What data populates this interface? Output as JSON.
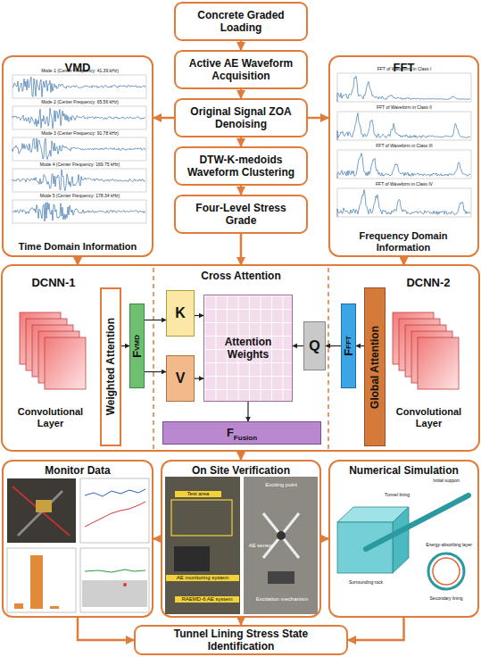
{
  "diagram": {
    "nodes": [
      {
        "text": [
          "Concrete Graded Loading"
        ]
      },
      {
        "text": [
          "Active AE Waveform Acquisition"
        ]
      },
      {
        "text": [
          "Original Signal ZOA Denoising"
        ]
      },
      {
        "text": [
          "DTW-K-medoids Waveform Clustering"
        ]
      },
      {
        "text": [
          "Four-Level Stress Grade"
        ]
      },
      {
        "text": [
          "VMD",
          "Time Domain Information"
        ]
      },
      {
        "text": [
          "FFT",
          "Frequency Domain Information"
        ]
      },
      {
        "text": [
          "DCNN-1",
          "Convolutional Layer"
        ]
      },
      {
        "text": [
          "Weighted Attention"
        ],
        "in": 7
      },
      {
        "text": [
          "F",
          "VMD"
        ],
        "in": 7
      },
      {
        "text": [
          "Cross Attention"
        ]
      },
      {
        "text": [
          "K"
        ],
        "in": 10
      },
      {
        "text": [
          "V"
        ],
        "in": 10
      },
      {
        "text": [
          "Attention Weights"
        ],
        "in": 10
      },
      {
        "text": [
          "Q"
        ],
        "in": 10
      },
      {
        "text": [
          "F",
          "Fusion"
        ],
        "in": 10
      },
      {
        "text": [
          "DCNN-2",
          "Convolutional Layer"
        ]
      },
      {
        "text": [
          "F",
          "FFT"
        ],
        "in": 16
      },
      {
        "text": [
          "Global Attention"
        ],
        "in": 16
      },
      {
        "text": [
          "Monitor Data"
        ]
      },
      {
        "text": [
          "On Site Verification"
        ]
      },
      {
        "text": [
          "Numerical Simulation"
        ]
      },
      {
        "text": [
          "Tunnel Lining Stress State Identification"
        ]
      }
    ],
    "edges": [
      {
        "from": 0,
        "to": 1,
        "arrow": "to"
      },
      {
        "from": 1,
        "to": 2,
        "arrow": "to"
      },
      {
        "from": 2,
        "to": 3,
        "arrow": "to"
      },
      {
        "from": 3,
        "to": 4,
        "arrow": "to"
      },
      {
        "from": 2,
        "to": 5,
        "arrow": "to"
      },
      {
        "from": 2,
        "to": 6,
        "arrow": "to"
      },
      {
        "from": 5,
        "to": 7,
        "arrow": "to"
      },
      {
        "from": 4,
        "to": 10,
        "arrow": "to"
      },
      {
        "from": 6,
        "to": 16,
        "arrow": "to"
      },
      {
        "from": 8,
        "to": 9,
        "arrow": "to"
      },
      {
        "from": 9,
        "to": 11,
        "arrow": "to"
      },
      {
        "from": 9,
        "to": 12,
        "arrow": "to"
      },
      {
        "from": 11,
        "to": 13,
        "arrow": "to"
      },
      {
        "from": 12,
        "to": 13,
        "arrow": "to"
      },
      {
        "from": 14,
        "to": 13,
        "arrow": "to"
      },
      {
        "from": 17,
        "to": 14,
        "arrow": "to"
      },
      {
        "from": 18,
        "to": 17,
        "arrow": "to"
      },
      {
        "from": 13,
        "to": 15,
        "arrow": "to"
      },
      {
        "from": 10,
        "to": 20,
        "arrow": "to"
      },
      {
        "from": 20,
        "to": 19,
        "arrow": "to"
      },
      {
        "from": 20,
        "to": 21,
        "arrow": "to"
      },
      {
        "from": 19,
        "to": 22,
        "arrow": "to"
      },
      {
        "from": 20,
        "to": 22,
        "arrow": "to"
      },
      {
        "from": 21,
        "to": 22,
        "arrow": "to"
      }
    ],
    "labels": [
      "Mode 1 (Center Frequency: 41.39 kHz)",
      "Mode 2 (Center Frequency: 65.56 kHz)",
      "Mode 3 (Center Frequency: 91.78 kHz)",
      "Mode 4 (Center Frequency: 169.75 kHz)",
      "Mode 5 (Center Frequency: 178.34 kHz)",
      "FFT of Waveform in Class I",
      "FFT of Waveform in Class II",
      "FFT of Waveform in Class III",
      "FFT of Waveform in Class IV",
      "Test area",
      "AE monitoring system",
      "RAEMD-6 AE system",
      "Exciting point",
      "AE sensor",
      "Excitation mechanism",
      "Surrounding rock",
      "Tunnel lining",
      "Initial support",
      "Energy-absorbing layer",
      "Secondary lining"
    ]
  }
}
